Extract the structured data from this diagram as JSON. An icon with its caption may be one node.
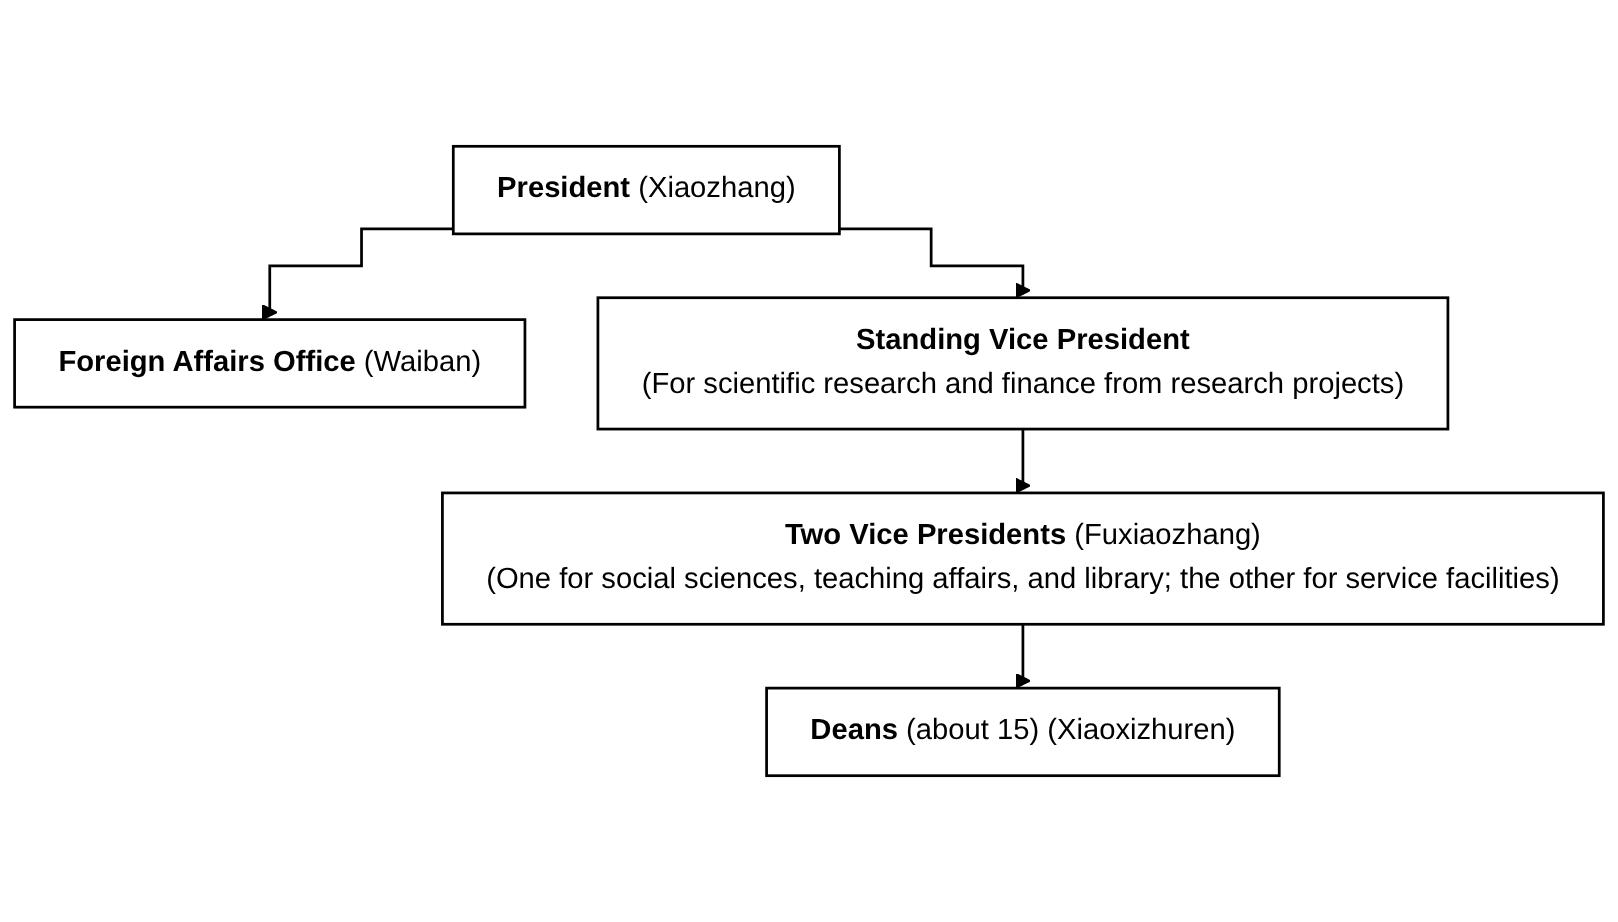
{
  "diagram": {
    "nodes": [
      {
        "text": [
          "**President** (Xiaozhang)"
        ]
      },
      {
        "text": [
          "**Foreign Affairs Office** (Waiban)"
        ]
      },
      {
        "text": [
          "Standing Vice President",
          "(For scientific research and finance from research projects)"
        ]
      },
      {
        "text": [
          "**Two Vice Presidents** (Fuxiaozhang)",
          "(One for social sciences, teaching affairs, and library; the other for service facilities)"
        ]
      },
      {
        "text": [
          "**Deans** (about 15) (Xiaoxizhuren)"
        ]
      }
    ],
    "edges": [
      {
        "from": 0,
        "to": 1,
        "arrow": "to"
      },
      {
        "from": 0,
        "to": 2,
        "arrow": "to"
      },
      {
        "from": 2,
        "to": 3,
        "arrow": "to"
      },
      {
        "from": 3,
        "to": 4,
        "arrow": "to"
      }
    ]
  }
}
